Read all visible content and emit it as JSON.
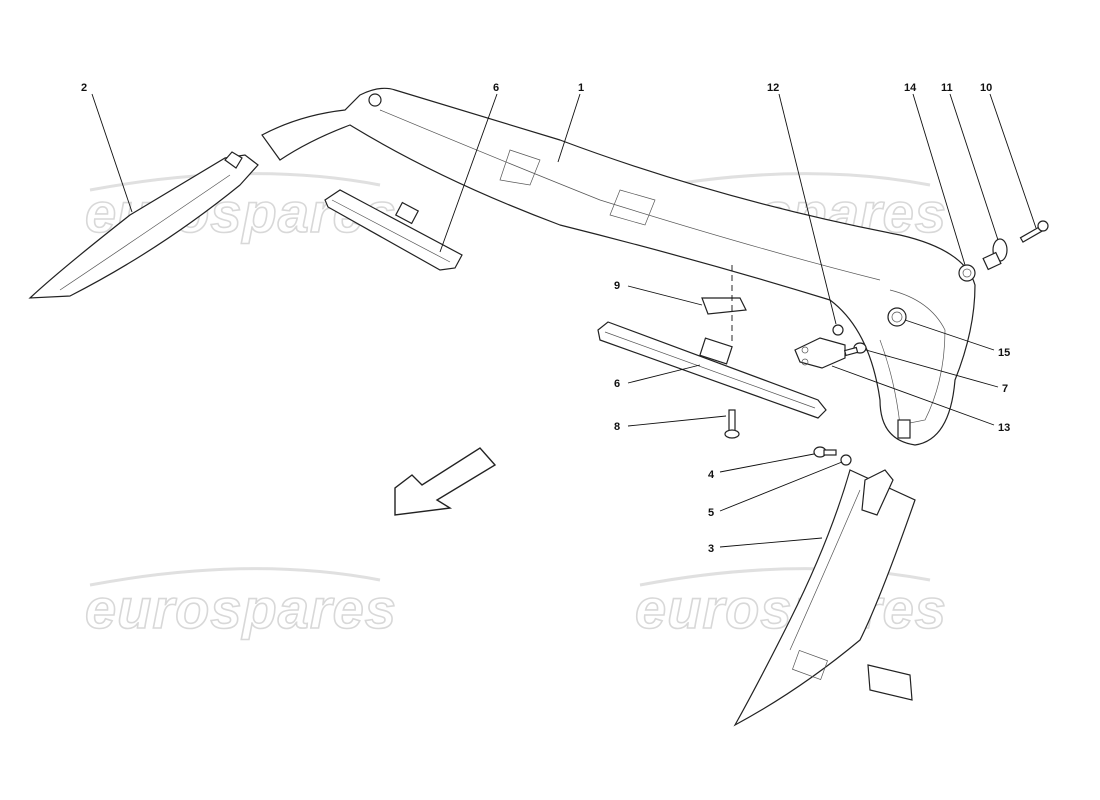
{
  "diagram": {
    "watermark": "eurospares",
    "callouts": [
      {
        "id": "c2",
        "label": "2"
      },
      {
        "id": "c6a",
        "label": "6"
      },
      {
        "id": "c1",
        "label": "1"
      },
      {
        "id": "c12",
        "label": "12"
      },
      {
        "id": "c14",
        "label": "14"
      },
      {
        "id": "c11",
        "label": "11"
      },
      {
        "id": "c10",
        "label": "10"
      },
      {
        "id": "c9",
        "label": "9"
      },
      {
        "id": "c6b",
        "label": "6"
      },
      {
        "id": "c8",
        "label": "8"
      },
      {
        "id": "c15",
        "label": "15"
      },
      {
        "id": "c7",
        "label": "7"
      },
      {
        "id": "c13",
        "label": "13"
      },
      {
        "id": "c4",
        "label": "4"
      },
      {
        "id": "c5",
        "label": "5"
      },
      {
        "id": "c3",
        "label": "3"
      }
    ]
  }
}
